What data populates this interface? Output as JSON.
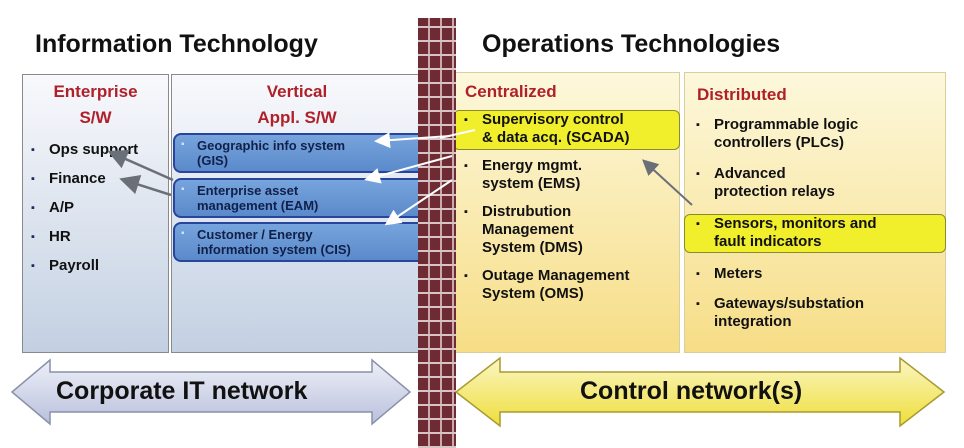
{
  "left": {
    "title": "Information Technology",
    "enterprise": {
      "heading_line1": "Enterprise",
      "heading_line2": "S/W",
      "items": [
        "Ops support",
        "Finance",
        "A/P",
        "HR",
        "Payroll"
      ]
    },
    "vertical": {
      "heading_line1": "Vertical",
      "heading_line2": "Appl. S/W",
      "items": [
        {
          "line1": "Geographic info system",
          "line2": "(GIS)"
        },
        {
          "line1": "Enterprise asset",
          "line2": "management (EAM)"
        },
        {
          "line1": "Customer / Energy",
          "line2": "information system (CIS)"
        }
      ]
    },
    "network": "Corporate IT network"
  },
  "right": {
    "title": "Operations Technologies",
    "centralized": {
      "heading": "Centralized",
      "items": [
        {
          "line1": "Supervisory control",
          "line2": "& data acq. (SCADA)"
        },
        {
          "line1": "Energy mgmt.",
          "line2": "system (EMS)"
        },
        {
          "line1": "Distrubution",
          "line2": "Management",
          "line3": "System (DMS)"
        },
        {
          "line1": "Outage Management",
          "line2": "System (OMS)"
        }
      ]
    },
    "distributed": {
      "heading": "Distributed",
      "items": [
        {
          "line1": "Programmable logic",
          "line2": "controllers (PLCs)"
        },
        {
          "line1": "Advanced",
          "line2": "protection relays"
        },
        {
          "line1": "Sensors, monitors and",
          "line2": "fault indicators"
        },
        {
          "line1": "Meters"
        },
        {
          "line1": "Gateways/substation",
          "line2": "integration"
        }
      ]
    },
    "network": "Control network(s)"
  },
  "colors": {
    "heading_red": "#b0202a",
    "highlight_yellow": "#f1ee2c",
    "app_blue": "#6896d3",
    "wall": "#6e2b33"
  }
}
